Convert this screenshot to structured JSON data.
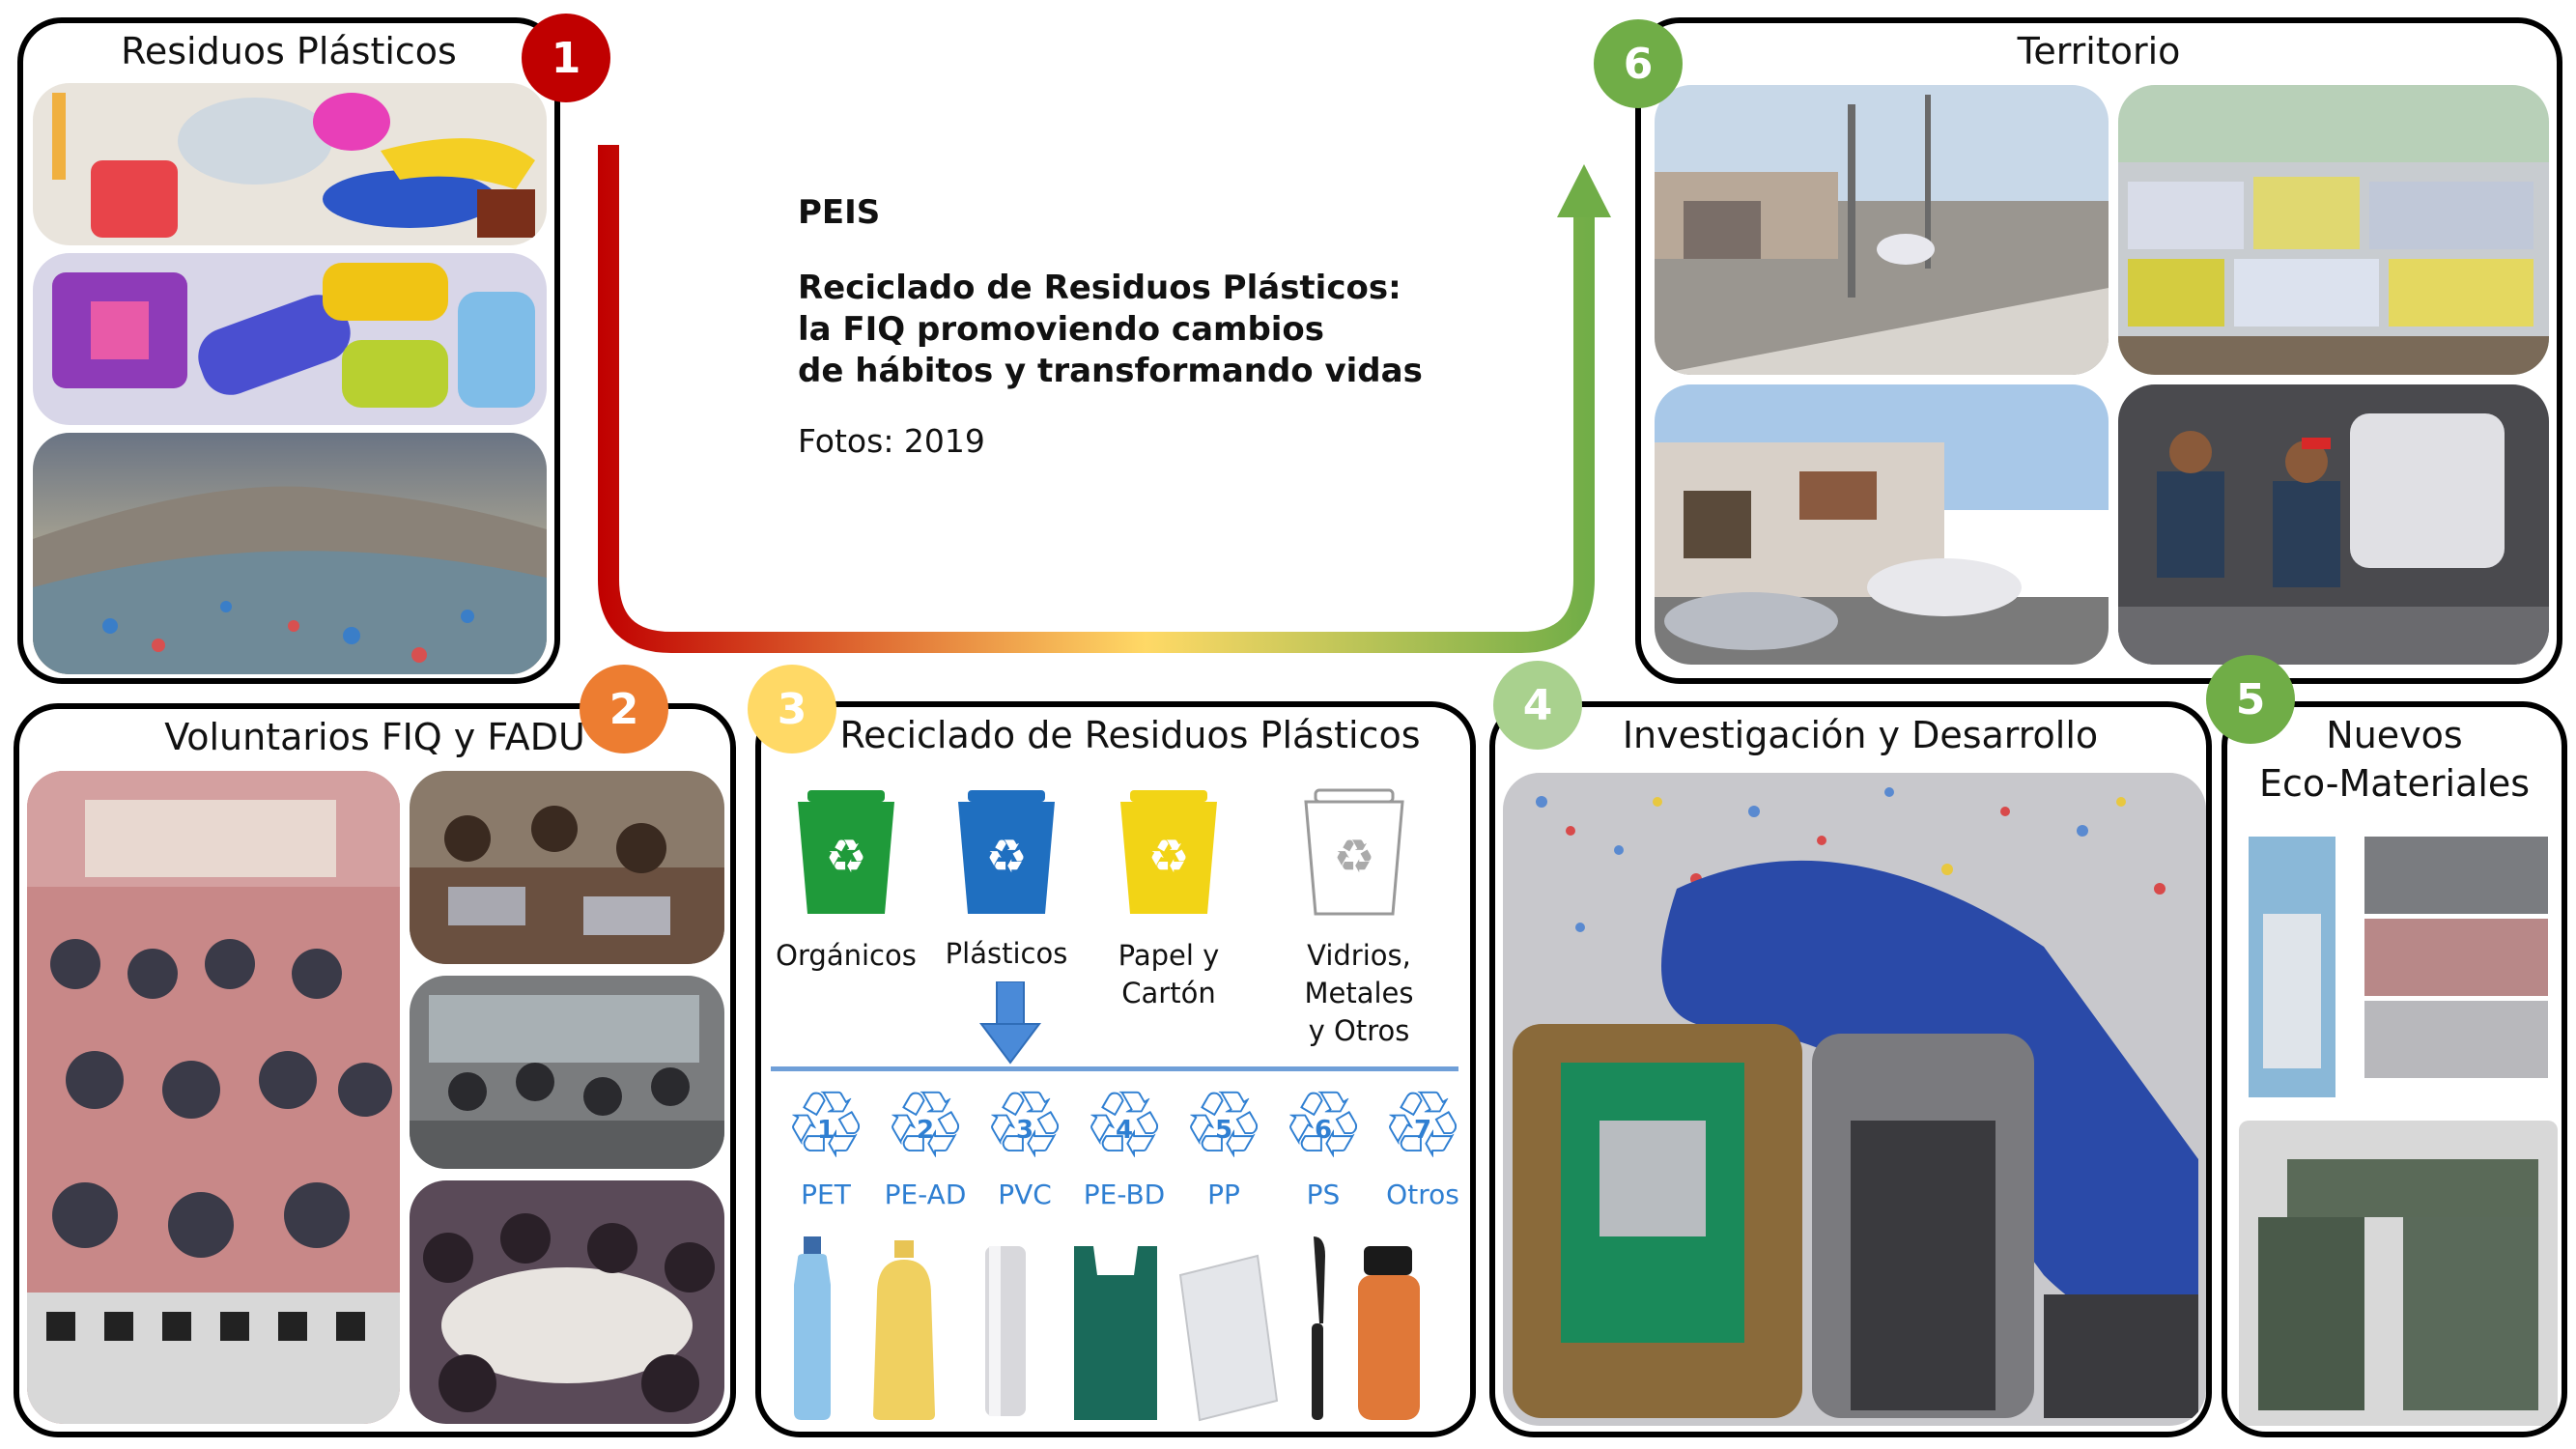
{
  "center": {
    "peis": "PEIS",
    "title_line1": "Reciclado de Residuos Plásticos:",
    "title_line2": "la FIQ promoviendo cambios",
    "title_line3": "de hábitos y transformando vidas",
    "fotos": "Fotos: 2019"
  },
  "panels": {
    "p1": {
      "number": "1",
      "title": "Residuos Plásticos"
    },
    "p2": {
      "number": "2",
      "title": "Voluntarios FIQ y FADU"
    },
    "p3": {
      "number": "3",
      "title": "Reciclado de Residuos Plásticos"
    },
    "p4": {
      "number": "4",
      "title": "Investigación y Desarrollo"
    },
    "p5": {
      "number": "5",
      "title_line1": "Nuevos",
      "title_line2": "Eco-Materiales"
    },
    "p6": {
      "number": "6",
      "title": "Territorio"
    }
  },
  "bins": [
    {
      "line1": "Orgánicos",
      "line2": "",
      "color": "#1f9a3a"
    },
    {
      "line1": "Plásticos",
      "line2": "",
      "color": "#1f6fc0"
    },
    {
      "line1": "Papel y",
      "line2": "Cartón",
      "color": "#f2d416"
    },
    {
      "line1": "Vidrios, Metales",
      "line2": "y Otros",
      "color": "#ffffff"
    }
  ],
  "recycle_codes": [
    {
      "num": "1",
      "label": "PET"
    },
    {
      "num": "2",
      "label": "PE-AD"
    },
    {
      "num": "3",
      "label": "PVC"
    },
    {
      "num": "4",
      "label": "PE-BD"
    },
    {
      "num": "5",
      "label": "PP"
    },
    {
      "num": "6",
      "label": "PS"
    },
    {
      "num": "7",
      "label": "Otros"
    }
  ],
  "colors": {
    "badge1": "#c00000",
    "badge2": "#ed7d31",
    "badge3": "#ffd966",
    "badge4": "#a9d18e",
    "badge5": "#70ad47",
    "badge6": "#70ad47",
    "arrow_start": "#c00000",
    "arrow_mid": "#ffd966",
    "arrow_end": "#70ad47",
    "recycle_blue": "#2f7fd2"
  }
}
